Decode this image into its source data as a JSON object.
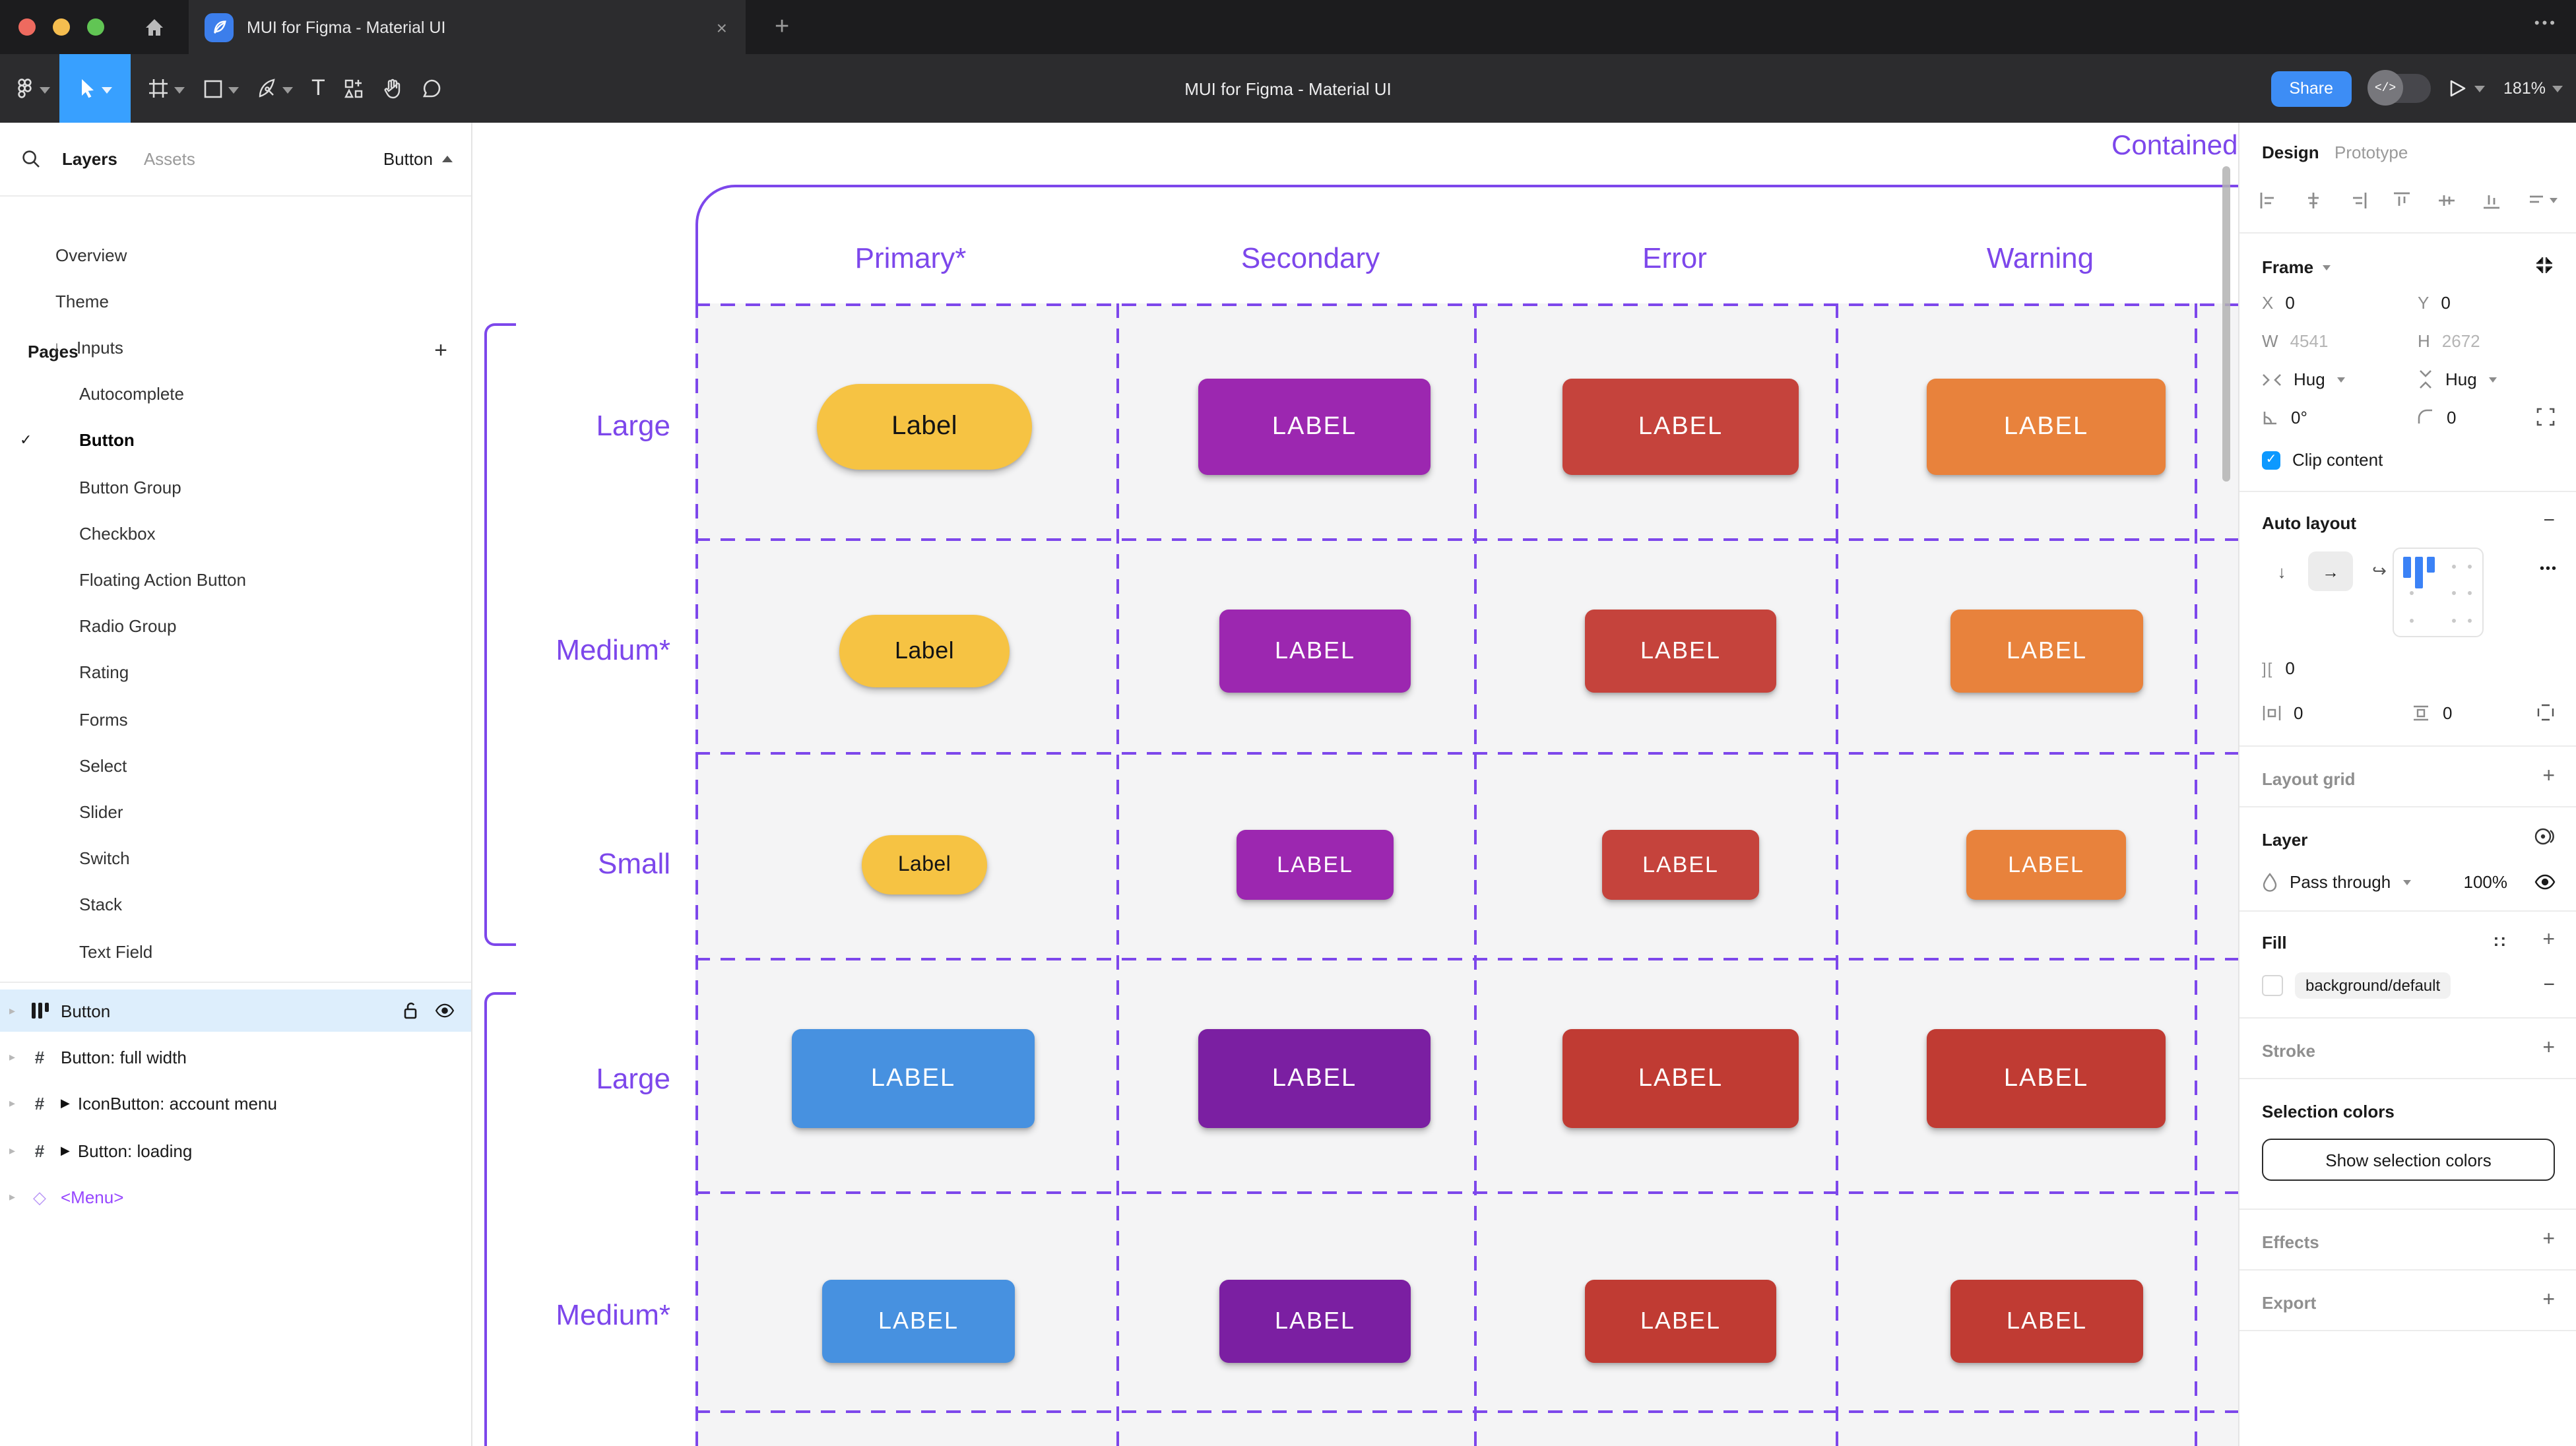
{
  "colors": {
    "accent_violet": "#7d47eb",
    "figma_blue": "#0d99ff",
    "tool_active": "#38a0ff",
    "share_blue": "#3d8df5",
    "component_purple": "#9747ff",
    "button_palette": {
      "yellow": "#f6c343",
      "purple": "#9c27b0",
      "red": "#c5433c",
      "orange": "#e8823c",
      "blue": "#4791e0",
      "purpleDark": "#7b1fa2",
      "red2": "#c03b33"
    }
  },
  "titlebar": {
    "tab_title": "MUI for Figma - Material UI",
    "close_glyph": "×",
    "new_tab_glyph": "+",
    "ellipsis_glyph": "•••"
  },
  "toolbar": {
    "doc_title": "MUI for Figma - Material UI",
    "share_label": "Share",
    "dev_toggle_glyph": "</>",
    "zoom_level": "181%",
    "frame_tool_glyph": "#",
    "text_tool_glyph": "T"
  },
  "left_sidebar": {
    "tab_layers": "Layers",
    "tab_assets": "Assets",
    "page_selector": "Button",
    "pages_header": "Pages",
    "add_page_glyph": "+",
    "check_glyph": "✓",
    "arrow_down_glyph": "↓",
    "expand_glyph": "▸",
    "play_glyph": "▶",
    "diamond_glyph": "◇",
    "hash_glyph": "#",
    "pages": [
      {
        "label": "Overview"
      },
      {
        "label": "Theme"
      },
      {
        "label": "Inputs",
        "arrow": true
      },
      {
        "label": "Autocomplete",
        "indent": true
      },
      {
        "label": "Button",
        "indent": true,
        "checked": true,
        "selected": true
      },
      {
        "label": "Button Group",
        "indent": true
      },
      {
        "label": "Checkbox",
        "indent": true
      },
      {
        "label": "Floating Action Button",
        "indent": true
      },
      {
        "label": "Radio Group",
        "indent": true
      },
      {
        "label": "Rating",
        "indent": true
      },
      {
        "label": "Forms",
        "indent": true
      },
      {
        "label": "Select",
        "indent": true
      },
      {
        "label": "Slider",
        "indent": true
      },
      {
        "label": "Switch",
        "indent": true
      },
      {
        "label": "Stack",
        "indent": true
      },
      {
        "label": "Text Field",
        "indent": true
      }
    ],
    "layers": [
      {
        "label": "Button",
        "icon": "autolayout",
        "selected": true
      },
      {
        "label": "Button: full width",
        "icon": "frame"
      },
      {
        "label": "IconButton: account menu",
        "icon": "frame",
        "play": true
      },
      {
        "label": "Button: loading",
        "icon": "frame",
        "play": true
      },
      {
        "label": "<Menu>",
        "icon": "diamond",
        "component": true
      }
    ]
  },
  "canvas": {
    "frame_label": "Contained",
    "columns": [
      "Primary*",
      "Secondary",
      "Error",
      "Warning"
    ],
    "rows": [
      {
        "label": "Large",
        "buttons": [
          {
            "text": "Label",
            "color": "yellow"
          },
          {
            "text": "LABEL",
            "color": "purple"
          },
          {
            "text": "LABEL",
            "color": "red"
          },
          {
            "text": "LABEL",
            "color": "orange"
          }
        ]
      },
      {
        "label": "Medium*",
        "buttons": [
          {
            "text": "Label",
            "color": "yellow"
          },
          {
            "text": "LABEL",
            "color": "purple"
          },
          {
            "text": "LABEL",
            "color": "red"
          },
          {
            "text": "LABEL",
            "color": "orange"
          }
        ]
      },
      {
        "label": "Small",
        "buttons": [
          {
            "text": "Label",
            "color": "yellow"
          },
          {
            "text": "LABEL",
            "color": "purple"
          },
          {
            "text": "LABEL",
            "color": "red"
          },
          {
            "text": "LABEL",
            "color": "orange"
          }
        ]
      },
      {
        "label": "Large",
        "buttons": [
          {
            "text": "LABEL",
            "color": "blue"
          },
          {
            "text": "LABEL",
            "color": "purpleDark"
          },
          {
            "text": "LABEL",
            "color": "red2"
          },
          {
            "text": "LABEL",
            "color": "red2"
          }
        ]
      },
      {
        "label": "Medium*",
        "buttons": [
          {
            "text": "LABEL",
            "color": "blue"
          },
          {
            "text": "LABEL",
            "color": "purpleDark"
          },
          {
            "text": "LABEL",
            "color": "red2"
          },
          {
            "text": "LABEL",
            "color": "red2"
          }
        ]
      }
    ]
  },
  "right_panel": {
    "tab_design": "Design",
    "tab_prototype": "Prototype",
    "frame": {
      "header": "Frame",
      "x_label": "X",
      "x_value": "0",
      "y_label": "Y",
      "y_value": "0",
      "w_label": "W",
      "w_value": "4541",
      "h_label": "H",
      "h_value": "2672",
      "hug_h": "Hug",
      "hug_v": "Hug",
      "rotation": "0°",
      "radius": "0",
      "clip_label": "Clip content",
      "clip_check": "✓"
    },
    "auto_layout": {
      "header": "Auto layout",
      "remove_glyph": "−",
      "arrow_down": "↓",
      "arrow_right": "→",
      "wrap_glyph": "↩",
      "more_glyph": "•••",
      "gap_glyph": "][",
      "gap_value": "0",
      "pad_h_value": "0",
      "pad_v_value": "0"
    },
    "layout_grid": {
      "header": "Layout grid",
      "add_glyph": "+"
    },
    "layer": {
      "header": "Layer",
      "blend_mode": "Pass through",
      "opacity": "100%"
    },
    "fill": {
      "header": "Fill",
      "styles_glyph": "::",
      "add_glyph": "+",
      "token": "background/default",
      "remove_glyph": "−"
    },
    "stroke": {
      "header": "Stroke",
      "add_glyph": "+"
    },
    "selection_colors": {
      "header": "Selection colors",
      "button_label": "Show selection colors"
    },
    "effects": {
      "header": "Effects",
      "add_glyph": "+"
    },
    "export": {
      "header": "Export",
      "add_glyph": "+"
    }
  }
}
